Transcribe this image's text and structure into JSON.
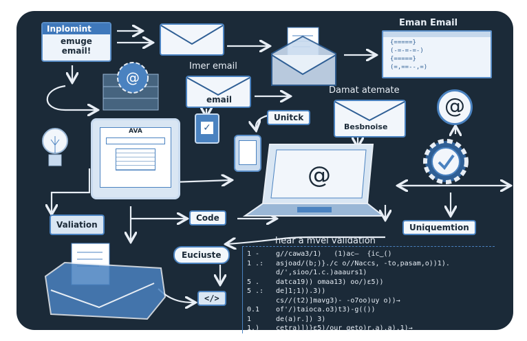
{
  "colors": {
    "panel": "#1b2a38",
    "accent": "#4a82c0",
    "light": "#eef4fb"
  },
  "top_left_box": {
    "header": "Inplomint",
    "body_line1": "emuge",
    "body_line2": "email!"
  },
  "labels": {
    "imer_email": "Imer email",
    "envelope_email": "email",
    "eman_email": "Eman Email",
    "damat_atemate": "Damat atemate",
    "unitck": "Unitck",
    "besbnoise": "Besbnoise",
    "validation": "Valiation",
    "code": "Code",
    "uniquemtion": "Uniquemtion",
    "euciuste": "Euciuste",
    "tablet_title": "AVA",
    "code_icon": "</>",
    "at_symbol": "@"
  },
  "window_code": [
    "{=====}",
    "(-=-=-=-)",
    "{=====}",
    "(=,==--,=)"
  ],
  "code_block": {
    "heading": "hear a mvel validation",
    "lines": [
      {
        "num": "1 -",
        "text": "g//cawa3/1)   (1)ac—  {ic‿()"
      },
      {
        "num": "1 .:",
        "text": "asjoad/(b;)}./c o//Naccs, -to,pasam,o))1)."
      },
      {
        "num": "",
        "text": "d/',sioo/1.c.)aaaurs1)"
      },
      {
        "num": "5 .",
        "text": "datca19)) omaa13) oo/)ε5))"
      },
      {
        "num": "5 .:",
        "text": "de]1;1)).3))"
      },
      {
        "num": "",
        "text": "cs//(t2)]mavg3)- -o7oo)uy o))→"
      },
      {
        "num": "0.1",
        "text": "of'/)taioca.o3)t3)-g(())"
      },
      {
        "num": "1",
        "text": "de(a)r.]) 3)"
      },
      {
        "num": "1.)",
        "text": "cetra)])}ε5)/our geto)r.a),a).1)→"
      }
    ]
  }
}
